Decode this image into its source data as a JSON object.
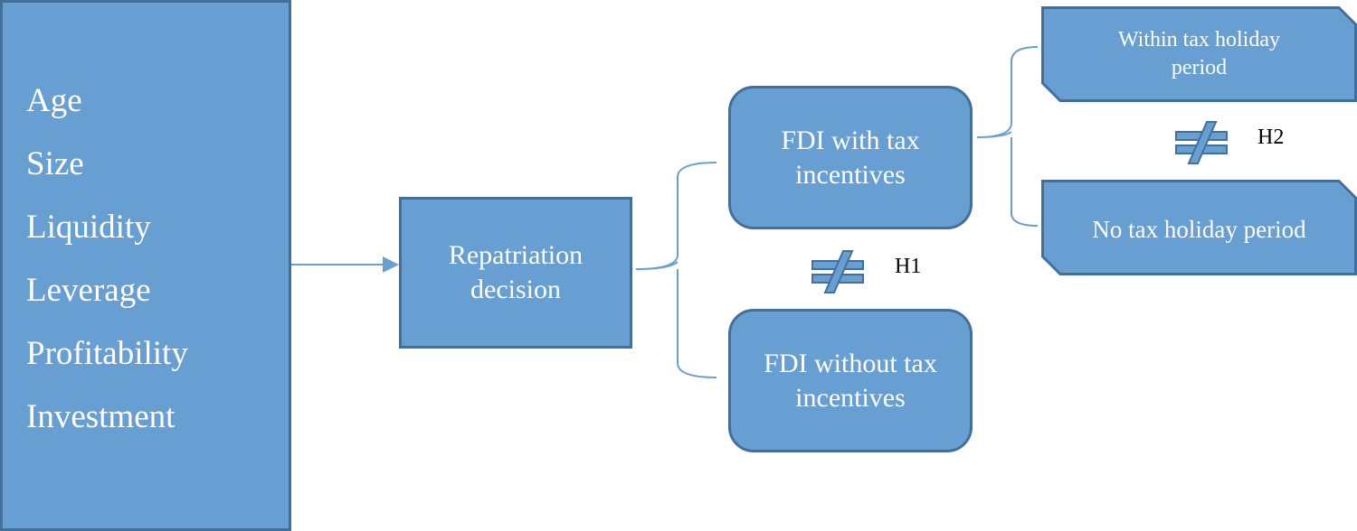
{
  "factors": {
    "items": [
      "Age",
      "Size",
      "Liquidity",
      "Leverage",
      "Profitability",
      "Investment"
    ]
  },
  "decision": {
    "label": "Repatriation decision"
  },
  "fdi_with": {
    "label": "FDI with tax incentives"
  },
  "fdi_without": {
    "label": "FDI without tax incentives"
  },
  "within_period": {
    "label": "Within tax holiday period"
  },
  "no_period": {
    "label": "No tax holiday period"
  },
  "hypotheses": {
    "h1": "H1",
    "h2": "H2"
  },
  "colors": {
    "box_fill": "#689fd3",
    "box_border": "#42709b",
    "connector": "#6a9fd1",
    "text": "#ffffff"
  }
}
